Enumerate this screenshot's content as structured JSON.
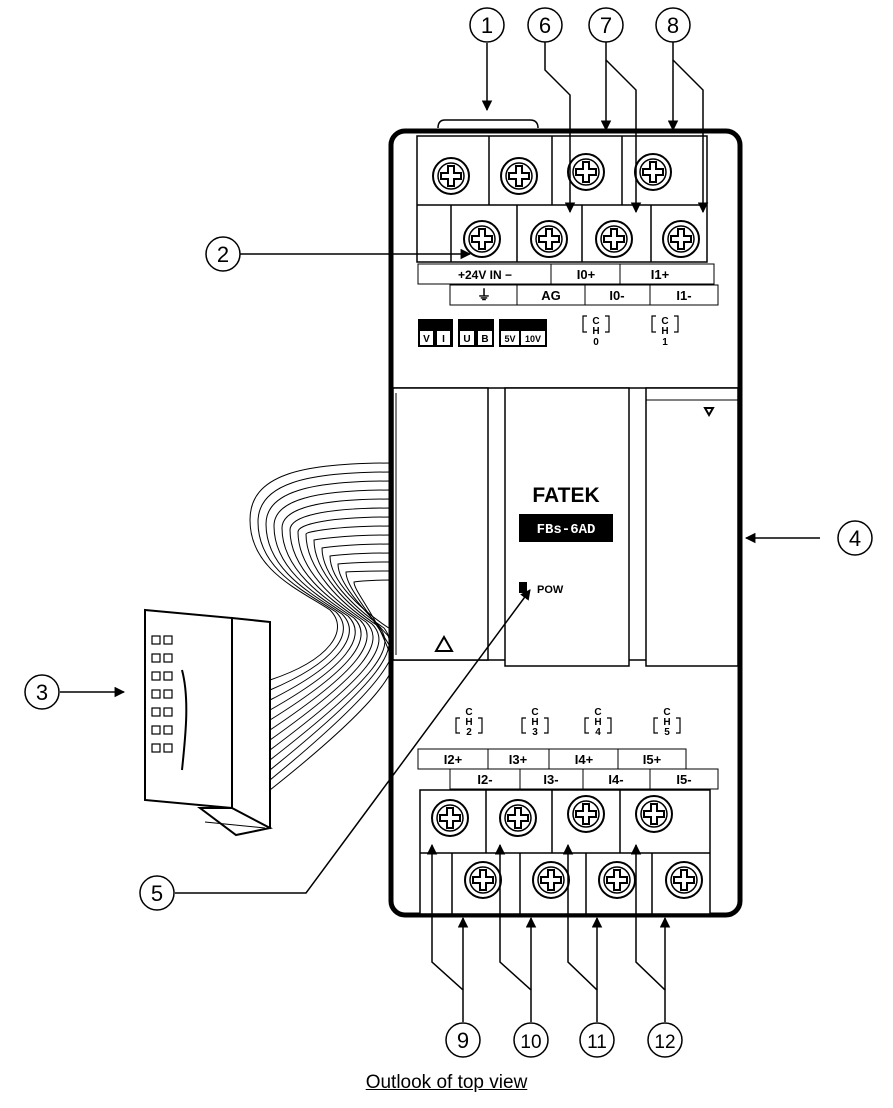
{
  "callouts": [
    "1",
    "2",
    "3",
    "4",
    "5",
    "6",
    "7",
    "8",
    "9",
    "10",
    "11",
    "12"
  ],
  "terminal_labels": {
    "power": "+24V IN −",
    "ground_symbol": "⏚",
    "ag": "AG",
    "i0_plus": "I0+",
    "i0_minus": "I0-",
    "i1_plus": "I1+",
    "i1_minus": "I1-",
    "i2_plus": "I2+",
    "i2_minus": "I2-",
    "i3_plus": "I3+",
    "i3_minus": "I3-",
    "i4_plus": "I4+",
    "i4_minus": "I4-",
    "i5_plus": "I5+",
    "i5_minus": "I5-"
  },
  "channels": {
    "prefix_c": "C",
    "prefix_h": "H",
    "ch0": "0",
    "ch1": "1",
    "ch2": "2",
    "ch3": "3",
    "ch4": "4",
    "ch5": "5"
  },
  "switches": {
    "v": "V",
    "i": "I",
    "u": "U",
    "b": "B",
    "v5": "5V",
    "v10": "10V"
  },
  "device": {
    "brand": "FATEK",
    "model": "FBs-6AD",
    "led": "POW"
  },
  "caption": "Outlook of top view",
  "colors": {
    "line": "#000000",
    "background": "#ffffff"
  }
}
